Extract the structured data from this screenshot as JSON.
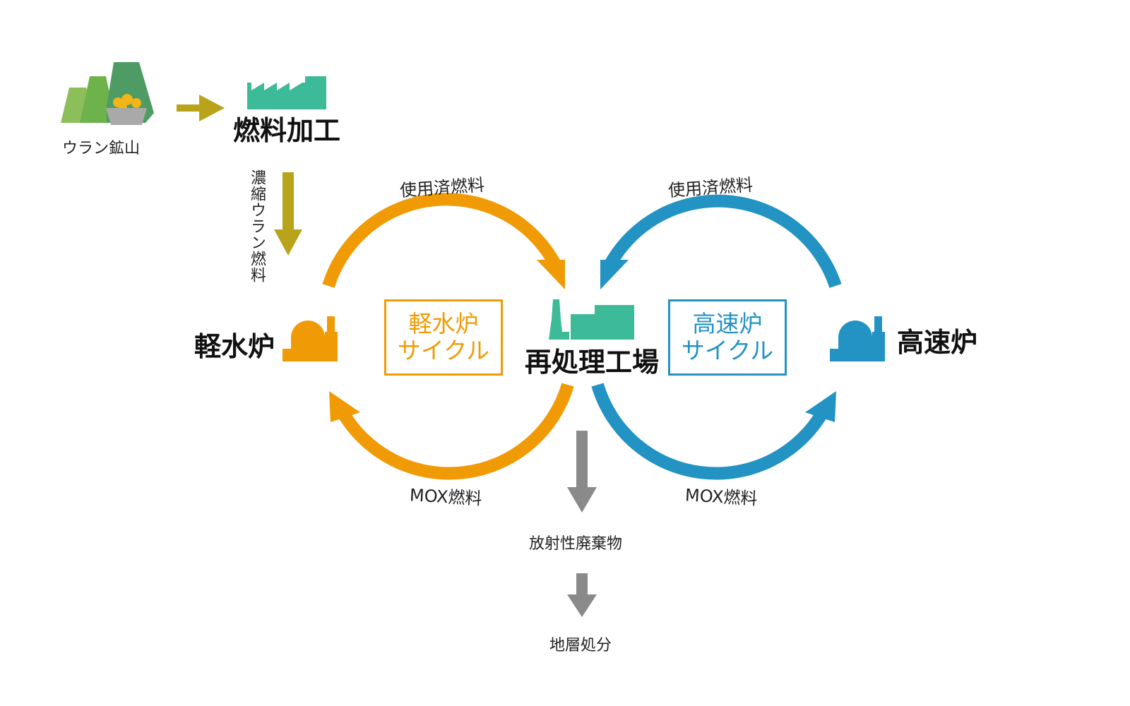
{
  "colors": {
    "orange": "#F09B06",
    "blue": "#2293C3",
    "teal": "#3DBB98",
    "olive": "#B9A31A",
    "gray": "#8A8A8A",
    "mountain_light": "#8CBE5A",
    "mountain_mid": "#6EB24B",
    "mountain_dark": "#4E9C63",
    "ore": "#F2B418",
    "cart": "#A9A9A9"
  },
  "uranium_mine": {
    "label": "ウラン鉱山",
    "icon": "mountain-mine-icon"
  },
  "fuel_processing": {
    "label": "燃料加工",
    "icon": "factory-icon"
  },
  "enriched_uranium_fuel": {
    "label": "濃縮ウラン燃料"
  },
  "light_water_reactor": {
    "label": "軽水炉",
    "icon": "reactor-icon"
  },
  "fast_reactor": {
    "label": "高速炉",
    "icon": "reactor-icon"
  },
  "reprocessing_plant": {
    "label": "再処理工場",
    "icon": "factory-icon"
  },
  "lwr_cycle_box": {
    "line1": "軽水炉",
    "line2": "サイクル"
  },
  "fr_cycle_box": {
    "line1": "高速炉",
    "line2": "サイクル"
  },
  "spent_fuel_left": {
    "label": "使用済燃料"
  },
  "spent_fuel_right": {
    "label": "使用済燃料"
  },
  "mox_fuel_left": {
    "label": "MOX燃料"
  },
  "mox_fuel_right": {
    "label": "MOX燃料"
  },
  "radioactive_waste": {
    "label": "放射性廃棄物"
  },
  "geological_disposal": {
    "label": "地層処分"
  }
}
